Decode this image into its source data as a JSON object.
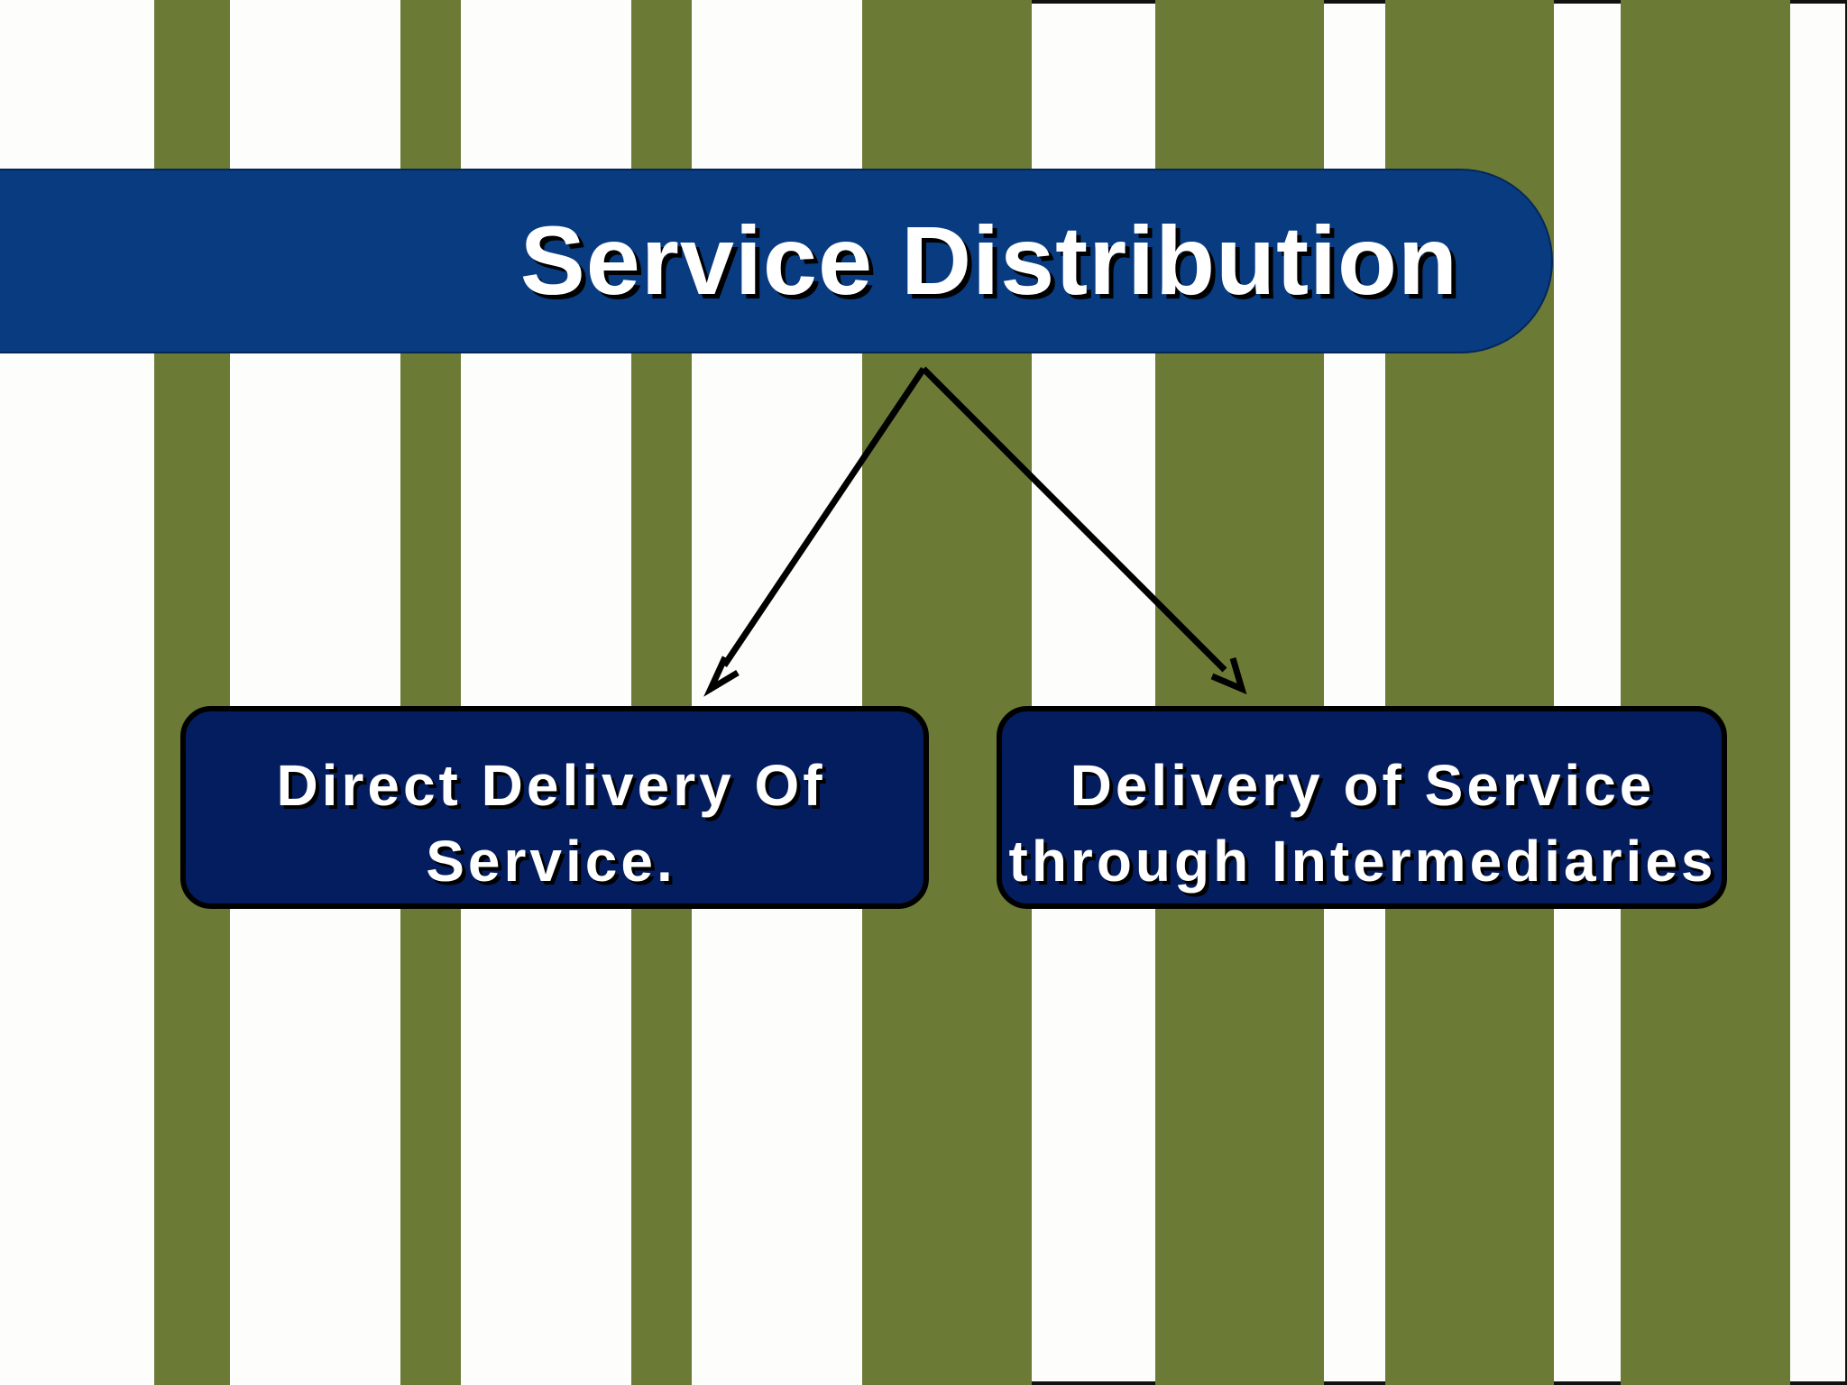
{
  "slide": {
    "title": "Service Distribution",
    "boxes": [
      {
        "line1": "Direct Delivery Of",
        "line2": "Service."
      },
      {
        "line1": "Delivery of Service",
        "line2": "through Intermediaries"
      }
    ]
  },
  "colors": {
    "background": "#fdfefb",
    "stripe": "#6b7a35",
    "title_banner": "#083b80",
    "box_fill": "#041d5e",
    "text": "#ffffff",
    "arrow": "#000000"
  }
}
